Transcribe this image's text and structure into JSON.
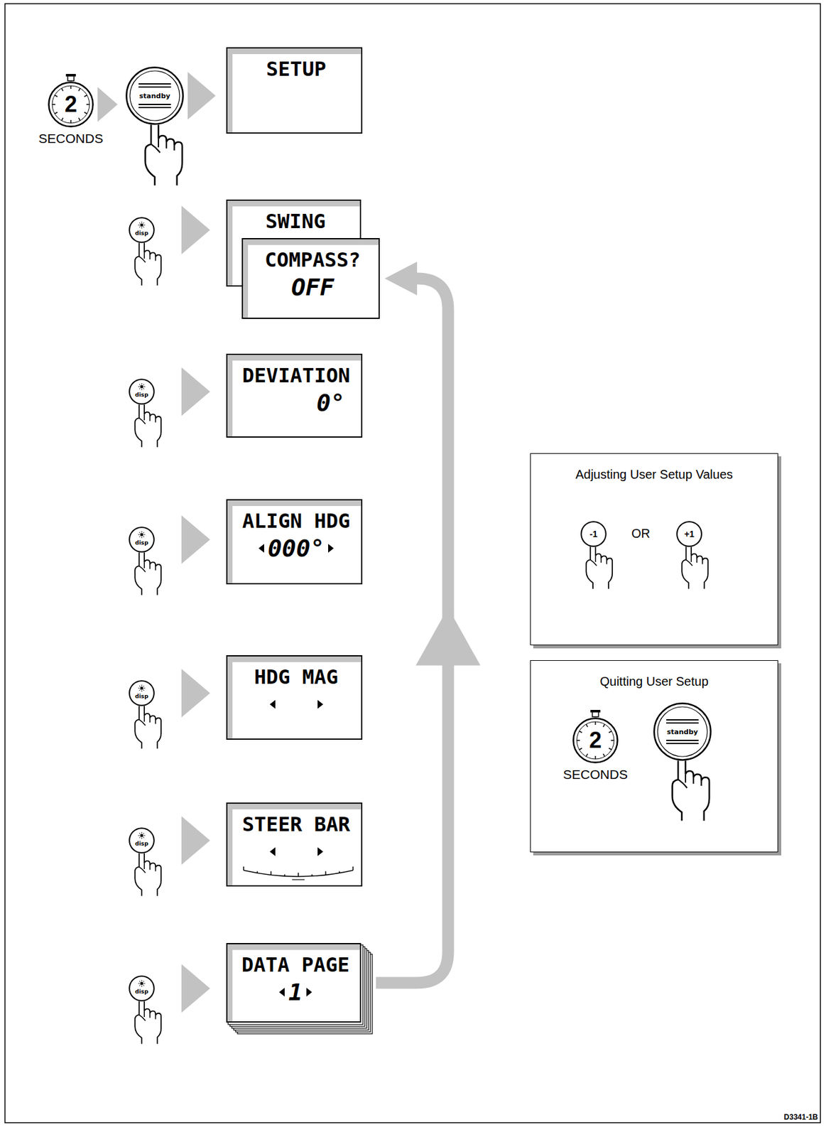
{
  "diagram": {
    "nodes": [
      {
        "text": [
          "2",
          "SECONDS"
        ]
      },
      {
        "text": [
          "standby"
        ]
      },
      {
        "text": [
          "SETUP"
        ]
      },
      {
        "text": [
          "disp"
        ]
      },
      {
        "text": [
          "SWING"
        ]
      },
      {
        "text": [
          "COMPASS?",
          "OFF"
        ]
      },
      {
        "text": [
          "disp"
        ]
      },
      {
        "text": [
          "DEVIATION",
          "0°"
        ]
      },
      {
        "text": [
          "disp"
        ]
      },
      {
        "text": [
          "ALIGN HDG",
          "000°"
        ]
      },
      {
        "text": [
          "disp"
        ]
      },
      {
        "text": [
          "HDG MAG"
        ]
      },
      {
        "text": [
          "disp"
        ]
      },
      {
        "text": [
          "STEER BAR"
        ]
      },
      {
        "text": [
          "disp"
        ]
      },
      {
        "text": [
          "DATA PAGE",
          "1"
        ]
      },
      {
        "text": [
          "Adjusting User Setup Values"
        ]
      },
      {
        "text": [
          "-1"
        ],
        "in": 16
      },
      {
        "text": [
          "+1"
        ],
        "in": 16
      },
      {
        "text": [
          "Quitting User Setup"
        ]
      },
      {
        "text": [
          "2",
          "SECONDS"
        ],
        "in": 19
      },
      {
        "text": [
          "standby"
        ],
        "in": 19
      }
    ],
    "edges": [
      {
        "from": 0,
        "to": 1,
        "arrow": "to"
      },
      {
        "from": 1,
        "to": 2,
        "arrow": "to"
      },
      {
        "from": 3,
        "to": 4,
        "arrow": "to"
      },
      {
        "from": 6,
        "to": 7,
        "arrow": "to"
      },
      {
        "from": 8,
        "to": 9,
        "arrow": "to"
      },
      {
        "from": 10,
        "to": 11,
        "arrow": "to"
      },
      {
        "from": 12,
        "to": 13,
        "arrow": "to"
      },
      {
        "from": 14,
        "to": 15,
        "arrow": "to"
      },
      {
        "from": 15,
        "to": 5,
        "arrow": "to"
      },
      {
        "from": 20,
        "to": 21,
        "arrow": "to"
      }
    ],
    "labels": [
      "OR",
      "D3341-1B"
    ]
  }
}
